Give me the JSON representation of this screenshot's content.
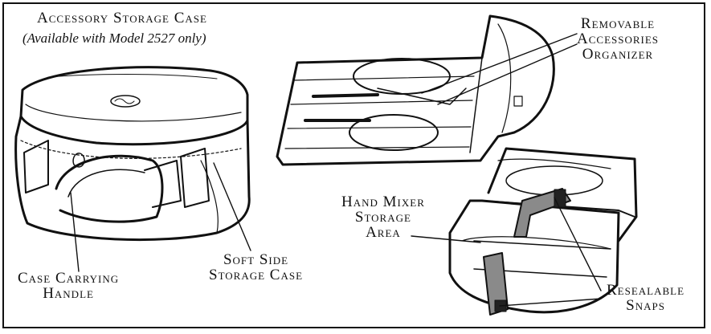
{
  "title": "Accessory Storage Case",
  "subtitle": "(Available with Model 2527 only)",
  "labels": {
    "removable_organizer": [
      "Removable",
      "Accessories",
      "Organizer"
    ],
    "hand_mixer_area": [
      "Hand Mixer",
      "Storage",
      "Area"
    ],
    "soft_side_case": [
      "Soft Side",
      "Storage Case"
    ],
    "carrying_handle": [
      "Case Carrying",
      "Handle"
    ],
    "resealable_snaps": [
      "Resealable",
      "Snaps"
    ]
  },
  "colors": {
    "line": "#111111",
    "strap_fill": "#8a8a8a",
    "background": "#ffffff"
  }
}
